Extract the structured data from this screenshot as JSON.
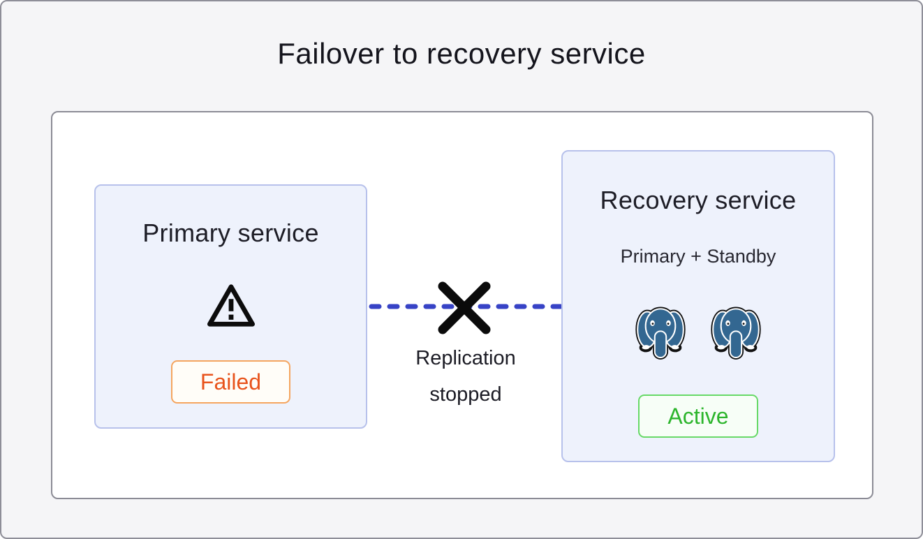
{
  "diagram": {
    "title": "Failover to recovery service",
    "primary_card": {
      "title": "Primary service",
      "status_label": "Failed",
      "icon": "warning-triangle-icon"
    },
    "connection": {
      "label_line1": "Replication",
      "label_line2": "stopped",
      "line_style": "dashed",
      "break_icon": "x-mark-icon"
    },
    "recovery_card": {
      "title": "Recovery service",
      "subtitle": "Primary + Standby",
      "status_label": "Active",
      "icons": [
        "postgresql-elephant-icon",
        "postgresql-elephant-icon"
      ]
    },
    "colors": {
      "frame_background": "#f5f5f7",
      "frame_border": "#8e8e98",
      "canvas_background": "#ffffff",
      "canvas_border": "#8b8b95",
      "card_background": "#eef2fc",
      "card_border": "#b7c1eb",
      "failed_text": "#e8531c",
      "failed_border": "#f5a55f",
      "failed_background": "#fffdf8",
      "active_text": "#2db52d",
      "active_border": "#67d967",
      "active_background": "#f7fef7",
      "replication_line": "#3743c6",
      "x_mark": "#0b0b0b",
      "postgres_blue": "#336791"
    }
  }
}
